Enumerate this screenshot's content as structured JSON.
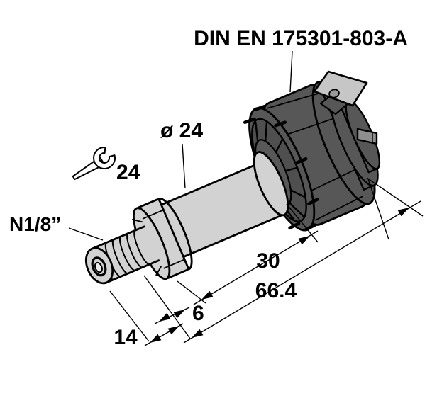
{
  "title": "DIN EN 175301-803-A",
  "labels": {
    "diameter": "ø 24",
    "wrench_size": "24",
    "thread": "N1/8”"
  },
  "dims": {
    "thread_length": "14",
    "hex_height": "6",
    "body_length": "30",
    "total_length": "66.4"
  },
  "icons": {
    "wrench": "wrench-icon"
  },
  "colors": {
    "background": "#ffffff",
    "outline": "#000000",
    "body_metal": "#d2d2d2",
    "connector_dark": "#575757",
    "terminal_blade": "#c6c6c6"
  }
}
